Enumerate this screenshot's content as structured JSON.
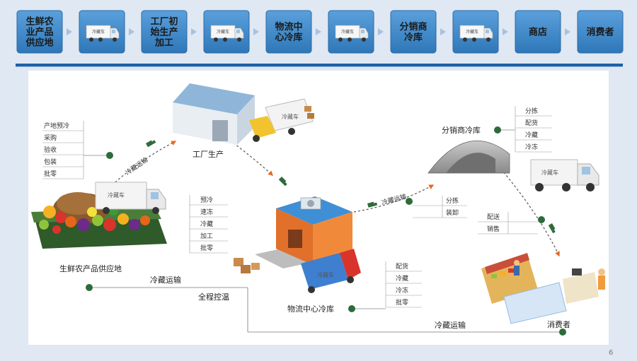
{
  "top_flow": {
    "steps": [
      {
        "type": "text",
        "label": "生鲜农业产品供应地"
      },
      {
        "type": "truck",
        "label": "冷藏车"
      },
      {
        "type": "text",
        "label": "工厂初始生产加工"
      },
      {
        "type": "truck",
        "label": "冷藏车"
      },
      {
        "type": "text",
        "label": "物流中心冷库"
      },
      {
        "type": "truck",
        "label": "冷藏车"
      },
      {
        "type": "text",
        "label": "分销商冷库"
      },
      {
        "type": "truck",
        "label": "冷藏车"
      },
      {
        "type": "text",
        "label": "商店"
      },
      {
        "type": "text",
        "label": "消费者"
      }
    ]
  },
  "diagram": {
    "nodes": {
      "supply": "生鲜农产品供应地",
      "factory": "工厂生产",
      "logistics": "物流中心冷库",
      "distributor": "分销商冷库",
      "consumer": "消费者"
    },
    "truck_label": "冷藏车",
    "supply_list": [
      "产地预冷",
      "采购",
      "验收",
      "包装",
      "批零"
    ],
    "factory_list": [
      "预冷",
      "速冻",
      "冷藏",
      "加工",
      "批零"
    ],
    "logistics_list": [
      "配货",
      "冷藏",
      "冷冻",
      "批零"
    ],
    "distributor_list": [
      "分拣",
      "配货",
      "冷藏",
      "冷冻"
    ],
    "mid_list": [
      "分拣",
      "装卸"
    ],
    "store_list": [
      "配送",
      "销售"
    ],
    "path_labels": {
      "p1": "冷藏运输",
      "p2": "冷藏运输",
      "bottom1": "冷藏运输",
      "monitor": "全程控温",
      "bottom2": "冷藏运输"
    },
    "page_number": "6"
  },
  "colors": {
    "card_fill": "#3d86c6",
    "card_border": "#2a6aa6",
    "divider": "#1f5fa8",
    "arrow_orange": "#e8681f",
    "bullet": "#2e6b3a"
  }
}
